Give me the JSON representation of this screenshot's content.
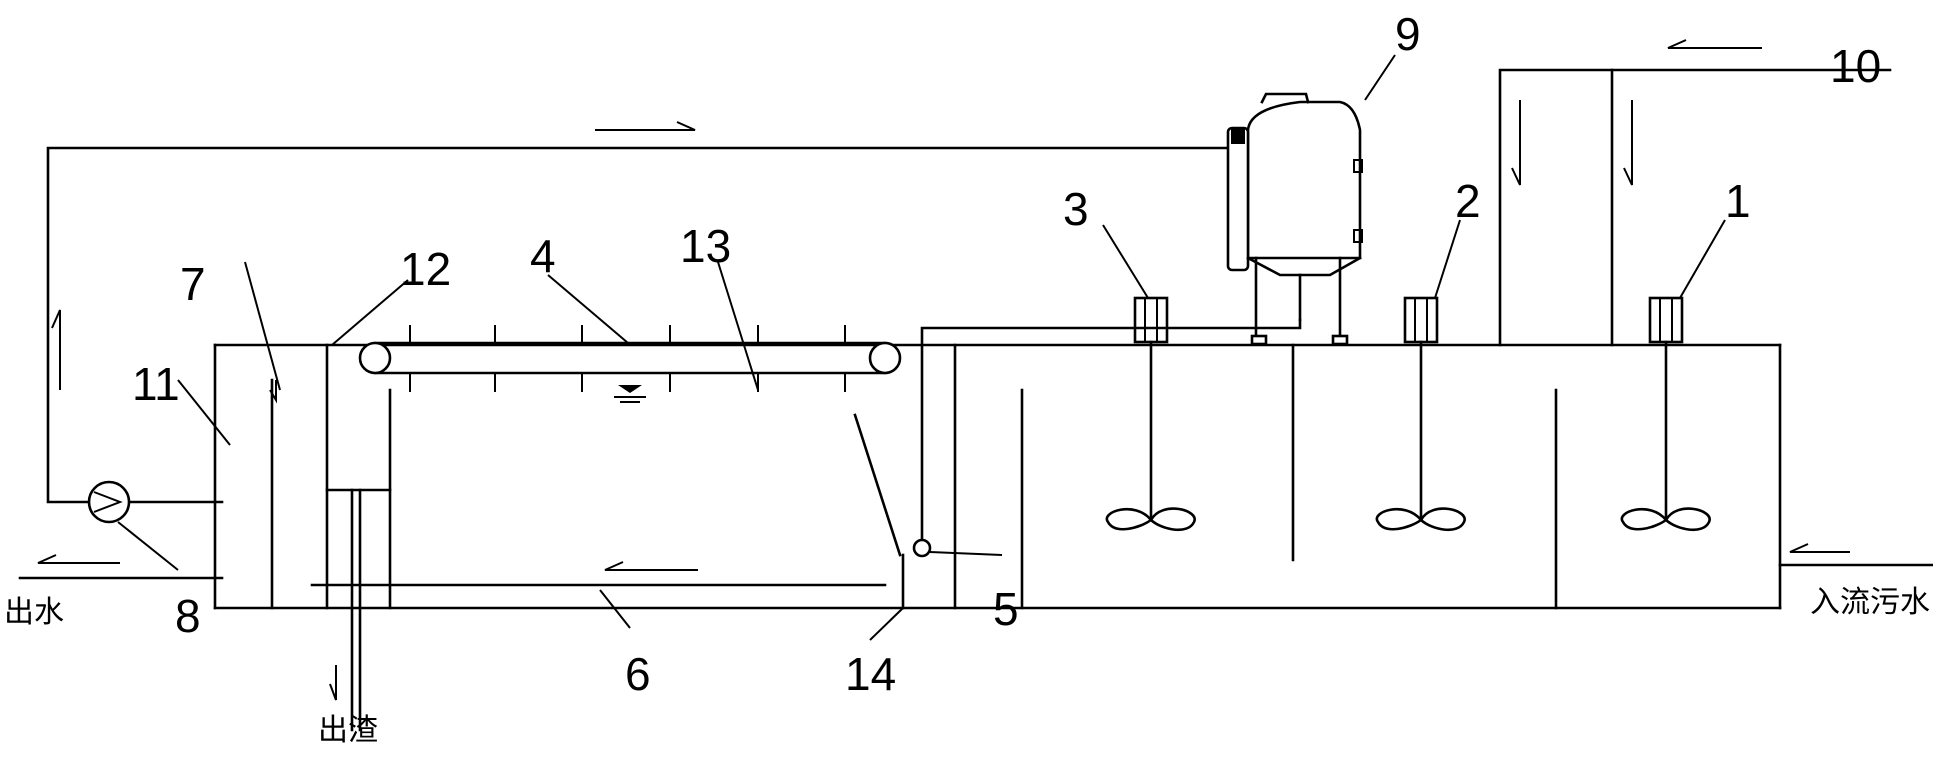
{
  "labels": {
    "n1": "1",
    "n2": "2",
    "n3": "3",
    "n4": "4",
    "n5": "5",
    "n6": "6",
    "n7": "7",
    "n8": "8",
    "n9": "9",
    "n10": "10",
    "n11": "11",
    "n12": "12",
    "n13": "13",
    "n14": "14"
  },
  "text": {
    "outlet_water": "出水",
    "outlet_slag": "出渣",
    "inflow_sewage": "入流污水"
  },
  "colors": {
    "line": "#000000",
    "background": "#ffffff"
  }
}
